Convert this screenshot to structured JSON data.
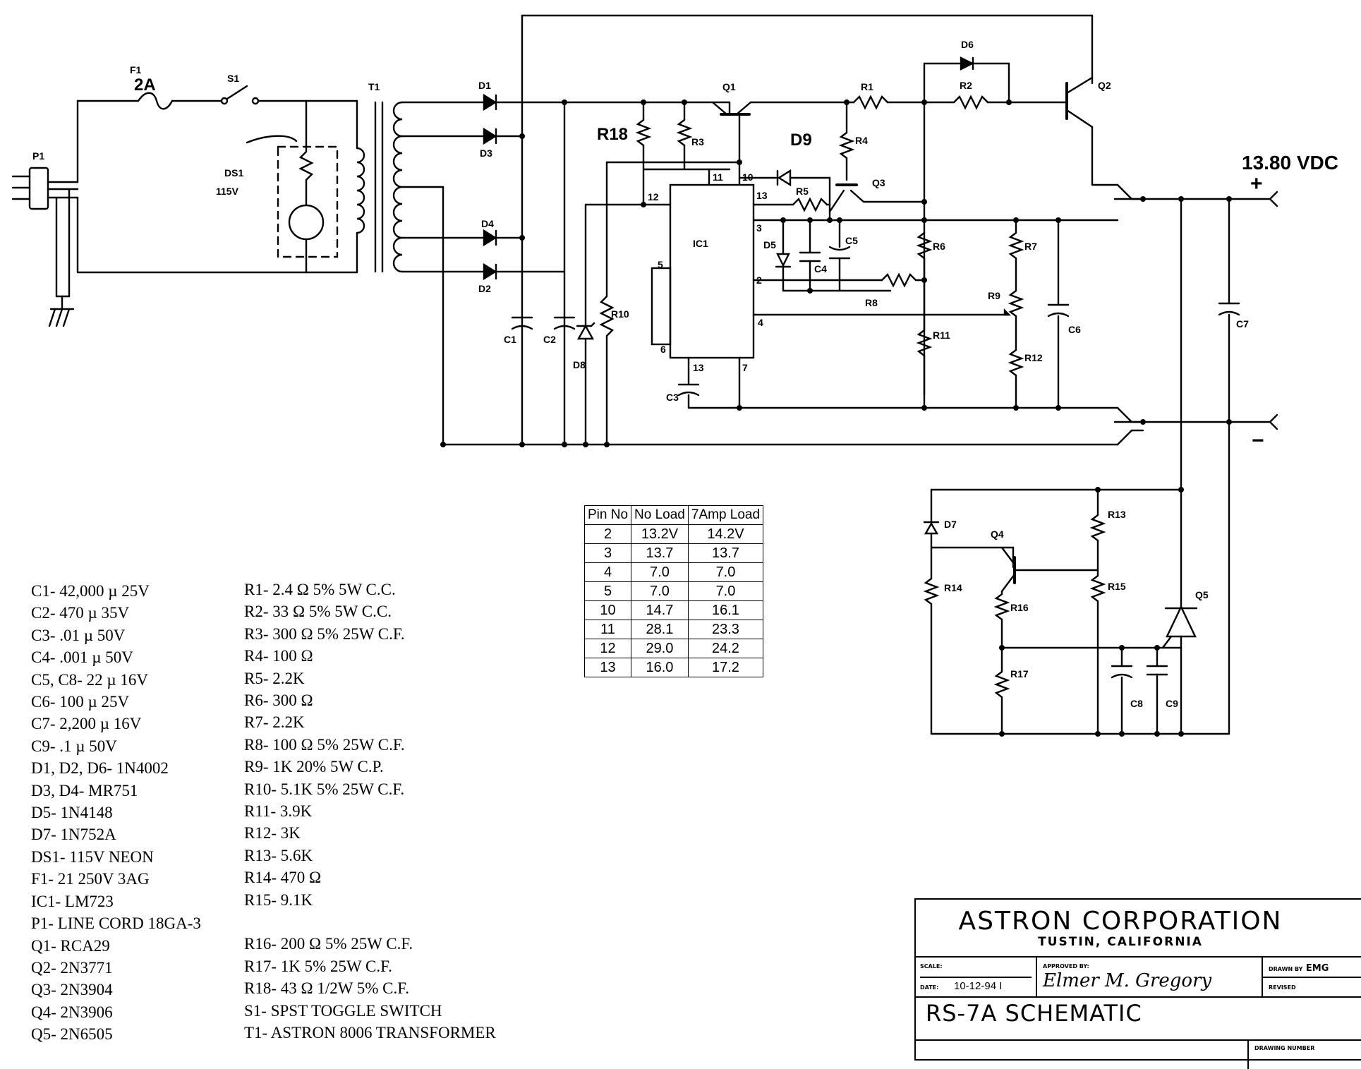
{
  "schematic": {
    "output_voltage": "13.80 VDC",
    "plus_sign": "+",
    "minus_sign": "−",
    "labels": {
      "p1": "P1",
      "f1": "F1",
      "f1_rating": "2A",
      "s1": "S1",
      "t1": "T1",
      "ds1": "DS1",
      "ds1_voltage": "115V",
      "d1": "D1",
      "d2": "D2",
      "d3": "D3",
      "d4": "D4",
      "d5": "D5",
      "d6": "D6",
      "d7": "D7",
      "d8": "D8",
      "d9": "D9",
      "q1": "Q1",
      "q2": "Q2",
      "q3": "Q3",
      "q4": "Q4",
      "q5": "Q5",
      "r1": "R1",
      "r2": "R2",
      "r3": "R3",
      "r4": "R4",
      "r5": "R5",
      "r6": "R6",
      "r7": "R7",
      "r8": "R8",
      "r9": "R9",
      "r10": "R10",
      "r11": "R11",
      "r12": "R12",
      "r13": "R13",
      "r14": "R14",
      "r15": "R15",
      "r16": "R16",
      "r17": "R17",
      "r18": "R18",
      "c1": "C1",
      "c2": "C2",
      "c3": "C3",
      "c4": "C4",
      "c5": "C5",
      "c6": "C6",
      "c7": "C7",
      "c8": "C8",
      "c9": "C9",
      "ic1": "IC1",
      "pin2": "2",
      "pin3": "3",
      "pin4": "4",
      "pin5": "5",
      "pin6": "6",
      "pin7": "7",
      "pin10": "10",
      "pin11": "11",
      "pin12": "12",
      "pin13a": "13",
      "pin13b": "13"
    }
  },
  "parts_list_left": [
    "C1- 42,000 µ 25V",
    "C2- 470 µ 35V",
    "C3- .01 µ 50V",
    "C4- .001 µ 50V",
    "C5, C8- 22 µ 16V",
    "C6- 100 µ 25V",
    "C7- 2,200 µ 16V",
    "C9- .1 µ 50V",
    "D1, D2, D6- 1N4002",
    "D3, D4- MR751",
    "D5- 1N4148",
    "D7- 1N752A",
    "DS1- 115V NEON",
    "F1- 21 250V 3AG",
    "IC1- LM723",
    "P1- LINE CORD 18GA-3",
    "Q1- RCA29",
    "Q2- 2N3771",
    "Q3- 2N3904",
    "Q4- 2N3906",
    "Q5- 2N6505"
  ],
  "parts_list_right_a": [
    "R1- 2.4 Ω 5% 5W C.C.",
    "R2- 33 Ω 5% 5W C.C.",
    "R3- 300 Ω 5% 25W C.F.",
    "R4- 100 Ω",
    "R5- 2.2K",
    "R6- 300 Ω",
    "R7- 2.2K",
    "R8- 100  Ω 5% 25W C.F.",
    "R9- 1K 20% 5W C.P.",
    "R10- 5.1K 5% 25W C.F.",
    "R11- 3.9K",
    "R12- 3K",
    "R13- 5.6K",
    "R14- 470 Ω",
    "R15- 9.1K"
  ],
  "parts_list_right_b": [
    "R16- 200 Ω 5% 25W C.F.",
    "R17- 1K 5% 25W C.F.",
    "R18- 43 Ω 1/2W 5% C.F.",
    "S1- SPST TOGGLE SWITCH",
    "T1- ASTRON 8006 TRANSFORMER"
  ],
  "pin_table": {
    "headers": [
      "Pin No",
      "No Load",
      "7Amp Load"
    ],
    "rows": [
      [
        "2",
        "13.2V",
        "14.2V"
      ],
      [
        "3",
        "13.7",
        "13.7"
      ],
      [
        "4",
        "7.0",
        "7.0"
      ],
      [
        "5",
        "7.0",
        "7.0"
      ],
      [
        "10",
        "14.7",
        "16.1"
      ],
      [
        "11",
        "28.1",
        "23.3"
      ],
      [
        "12",
        "29.0",
        "24.2"
      ],
      [
        "13",
        "16.0",
        "17.2"
      ]
    ]
  },
  "title_block": {
    "company": "ASTRON CORPORATION",
    "location": "TUSTIN, CALIFORNIA",
    "scale_label": "SCALE:",
    "approved_label": "APPROVED BY:",
    "approved_signature": "Elmer M. Gregory",
    "drawn_by_label": "DRAWN BY",
    "drawn_by": "EMG",
    "date_label": "DATE:",
    "date": "10-12-94 I",
    "revised_label": "REVISED",
    "title": "RS-7A    SCHEMATIC",
    "drawing_number_label": "DRAWING NUMBER"
  }
}
